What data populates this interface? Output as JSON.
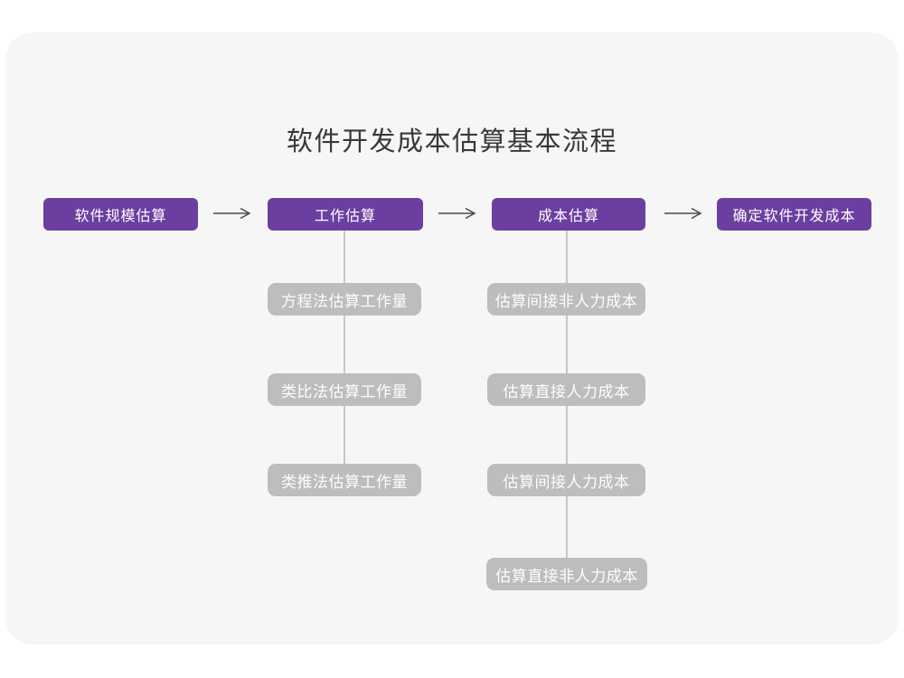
{
  "title": "软件开发成本估算基本流程",
  "colors": {
    "primary_purple": "#6B3FA0",
    "child_node_gray": "#BDBDBD",
    "connector_line_gray": "#C8C8C8",
    "arrow_gray": "#4A4A4A",
    "card_background": "#F6F6F7",
    "page_background": "#FFFFFF",
    "title_color": "#383838"
  },
  "main_flow": {
    "nodes": [
      {
        "label": "软件规模估算"
      },
      {
        "label": "工作估算"
      },
      {
        "label": "成本估算"
      },
      {
        "label": "确定软件开发成本"
      }
    ]
  },
  "work_estimation_children": [
    {
      "label": "方程法估算工作量"
    },
    {
      "label": "类比法估算工作量"
    },
    {
      "label": "类推法估算工作量"
    }
  ],
  "cost_estimation_children": [
    {
      "label": "估算间接非人力成本"
    },
    {
      "label": "估算直接人力成本"
    },
    {
      "label": "估算间接人力成本"
    },
    {
      "label": "估算直接非人力成本"
    }
  ]
}
